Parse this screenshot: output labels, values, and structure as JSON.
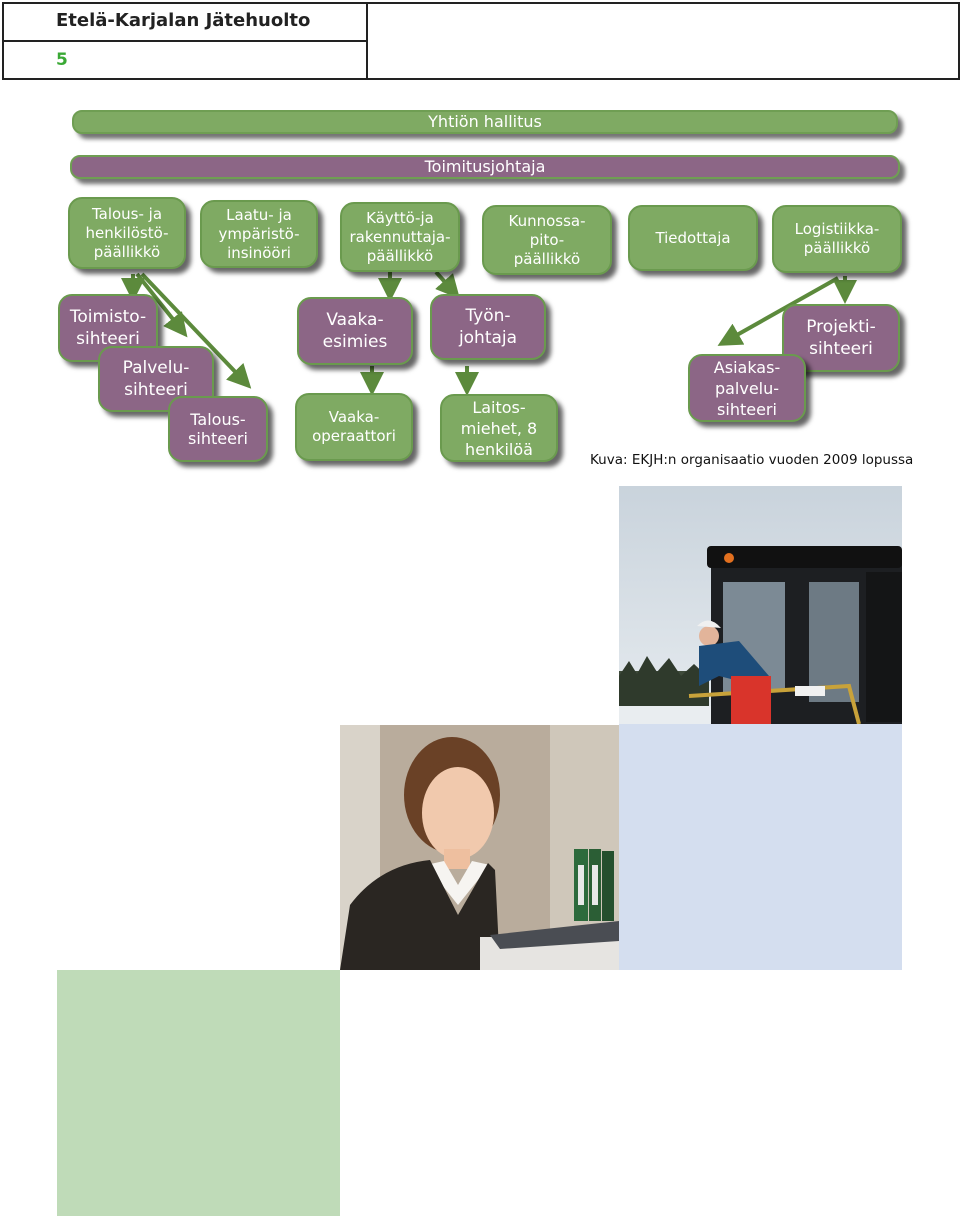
{
  "header": {
    "org_name": "Etelä-Karjalan Jätehuolto",
    "page_number": "5"
  },
  "org_chart": {
    "board": "Yhtiön hallitus",
    "ceo": "Toimitusjohtaja",
    "managers": [
      "Talous- ja\nhenkilöstö-\npäällikkö",
      "Laatu- ja\nympäristö-\ninsinööri",
      "Käyttö-ja\nrakennuttaja-\npäällikkö",
      "Kunnossa-\npito-\npäällikkö",
      "Tiedottaja",
      "Logistiikka-\npäällikkö"
    ],
    "staff": {
      "toimisto": "Toimisto-\nsihteeri",
      "palvelu": "Palvelu-\nsihteeri",
      "talous": "Talous-\nsihteeri",
      "vaaka_esimies": "Vaaka-\nesimies",
      "vaaka_operaattori": "Vaaka-\noperaattori",
      "tyonjohtaja": "Työn-\njohtaja",
      "laitosmiehet": "Laitos-\nmiehet, 8\nhenkilöä",
      "projektisihteeri": "Projekti-\nsihteeri",
      "asiakaspalvelu": "Asiakas-\npalvelu-\nsihteeri"
    },
    "caption": "Kuva: EKJH:n organisaatio vuoden 2009 lopussa"
  },
  "colors": {
    "green_box": "#7faa63",
    "purple_box": "#8c6686",
    "arrow_green": "#5c8a3c",
    "light_blue_fill": "#d4deef",
    "light_green_fill": "#bfdbb8",
    "page_number": "#3aa935"
  }
}
